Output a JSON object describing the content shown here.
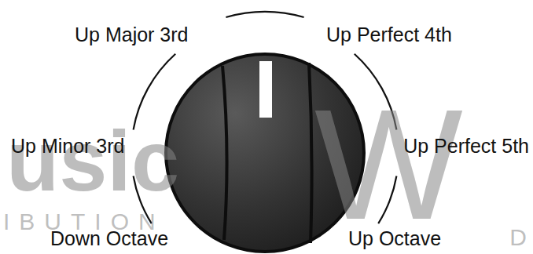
{
  "diagram": {
    "labels": [
      "Up Major 3rd",
      "Up Perfect 4th",
      "Up Minor 3rd",
      "Up Perfect 5th",
      "Down Octave",
      "Up Octave",
      "usic",
      "IBUTION",
      "W",
      "D"
    ]
  }
}
